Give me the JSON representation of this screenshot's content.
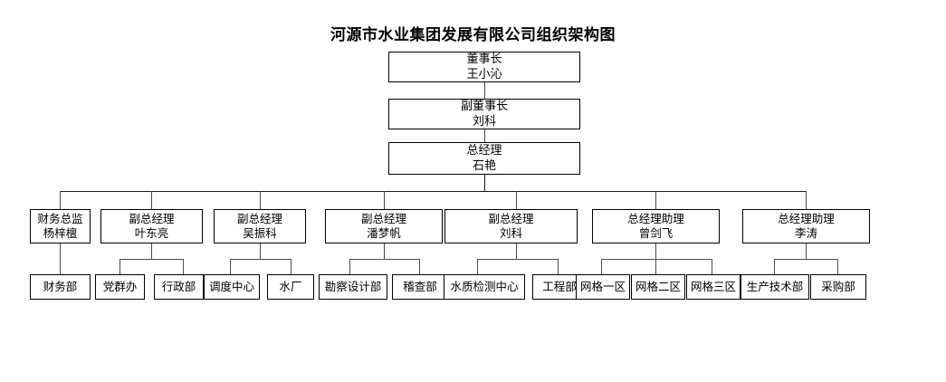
{
  "title": "河源市水业集团发展有限公司组织架构图",
  "chart_data": {
    "type": "diagram",
    "diagram_kind": "organization-chart",
    "title": "河源市水业集团发展有限公司组织架构图",
    "orientation": "top-down",
    "levels": 4,
    "nodes": [
      {
        "id": "n1",
        "role": "董事长",
        "name": "王小沁",
        "level": 1,
        "parent": null
      },
      {
        "id": "n2",
        "role": "副董事长",
        "name": "刘科",
        "level": 1,
        "parent": "n1"
      },
      {
        "id": "n3",
        "role": "总经理",
        "name": "石艳",
        "level": 1,
        "parent": "n2"
      },
      {
        "id": "n4",
        "role": "财务总监",
        "name": "杨梓檀",
        "level": 2,
        "parent": "n3"
      },
      {
        "id": "n5",
        "role": "副总经理",
        "name": "叶东亮",
        "level": 2,
        "parent": "n3"
      },
      {
        "id": "n6",
        "role": "副总经理",
        "name": "吴振科",
        "level": 2,
        "parent": "n3"
      },
      {
        "id": "n7",
        "role": "副总经理",
        "name": "潘梦帆",
        "level": 2,
        "parent": "n3"
      },
      {
        "id": "n8",
        "role": "副总经理",
        "name": "刘科",
        "level": 2,
        "parent": "n3"
      },
      {
        "id": "n9",
        "role": "总经理助理",
        "name": "曾剑飞",
        "level": 2,
        "parent": "n3"
      },
      {
        "id": "n10",
        "role": "总经理助理",
        "name": "李涛",
        "level": 2,
        "parent": "n3"
      },
      {
        "id": "d1",
        "role": "财务部",
        "name": "",
        "level": 3,
        "parent": "n4"
      },
      {
        "id": "d2",
        "role": "党群办",
        "name": "",
        "level": 3,
        "parent": "n5"
      },
      {
        "id": "d3",
        "role": "行政部",
        "name": "",
        "level": 3,
        "parent": "n5"
      },
      {
        "id": "d4",
        "role": "调度中心",
        "name": "",
        "level": 3,
        "parent": "n6"
      },
      {
        "id": "d5",
        "role": "水厂",
        "name": "",
        "level": 3,
        "parent": "n6"
      },
      {
        "id": "d6",
        "role": "勘察设计部",
        "name": "",
        "level": 3,
        "parent": "n7"
      },
      {
        "id": "d7",
        "role": "稽查部",
        "name": "",
        "level": 3,
        "parent": "n7"
      },
      {
        "id": "d8",
        "role": "水质检测中心",
        "name": "",
        "level": 3,
        "parent": "n8"
      },
      {
        "id": "d9",
        "role": "工程部",
        "name": "",
        "level": 3,
        "parent": "n8"
      },
      {
        "id": "d10",
        "role": "网格一区",
        "name": "",
        "level": 3,
        "parent": "n9"
      },
      {
        "id": "d11",
        "role": "网格二区",
        "name": "",
        "level": 3,
        "parent": "n9"
      },
      {
        "id": "d12",
        "role": "网格三区",
        "name": "",
        "level": 3,
        "parent": "n9"
      },
      {
        "id": "d13",
        "role": "生产技术部",
        "name": "",
        "level": 3,
        "parent": "n10"
      },
      {
        "id": "d14",
        "role": "采购部",
        "name": "",
        "level": 3,
        "parent": "n10"
      }
    ]
  },
  "nodes": {
    "chairman": {
      "role": "董事长",
      "name": "王小沁"
    },
    "vice_chairman": {
      "role": "副董事长",
      "name": "刘科"
    },
    "general_manager": {
      "role": "总经理",
      "name": "石艳"
    },
    "cfo": {
      "role": "财务总监",
      "name": "杨梓檀"
    },
    "vgm_ye": {
      "role": "副总经理",
      "name": "叶东亮"
    },
    "vgm_wu": {
      "role": "副总经理",
      "name": "吴振科"
    },
    "vgm_pan": {
      "role": "副总经理",
      "name": "潘梦帆"
    },
    "vgm_liu": {
      "role": "副总经理",
      "name": "刘科"
    },
    "asst_zeng": {
      "role": "总经理助理",
      "name": "曾剑飞"
    },
    "asst_li": {
      "role": "总经理助理",
      "name": "李涛"
    }
  },
  "departments": {
    "finance": "财务部",
    "party_affairs": "党群办",
    "admin": "行政部",
    "dispatch": "调度中心",
    "waterworks": "水厂",
    "survey_design": "勘察设计部",
    "inspection": "稽查部",
    "water_quality": "水质检测中心",
    "engineering": "工程部",
    "grid_zone_1": "网格一区",
    "grid_zone_2": "网格二区",
    "grid_zone_3": "网格三区",
    "production_tech": "生产技术部",
    "procurement": "采购部"
  },
  "colors": {
    "box_border": "#000000",
    "connector": "#4d4d4d",
    "text": "#000000",
    "background": "#ffffff"
  }
}
